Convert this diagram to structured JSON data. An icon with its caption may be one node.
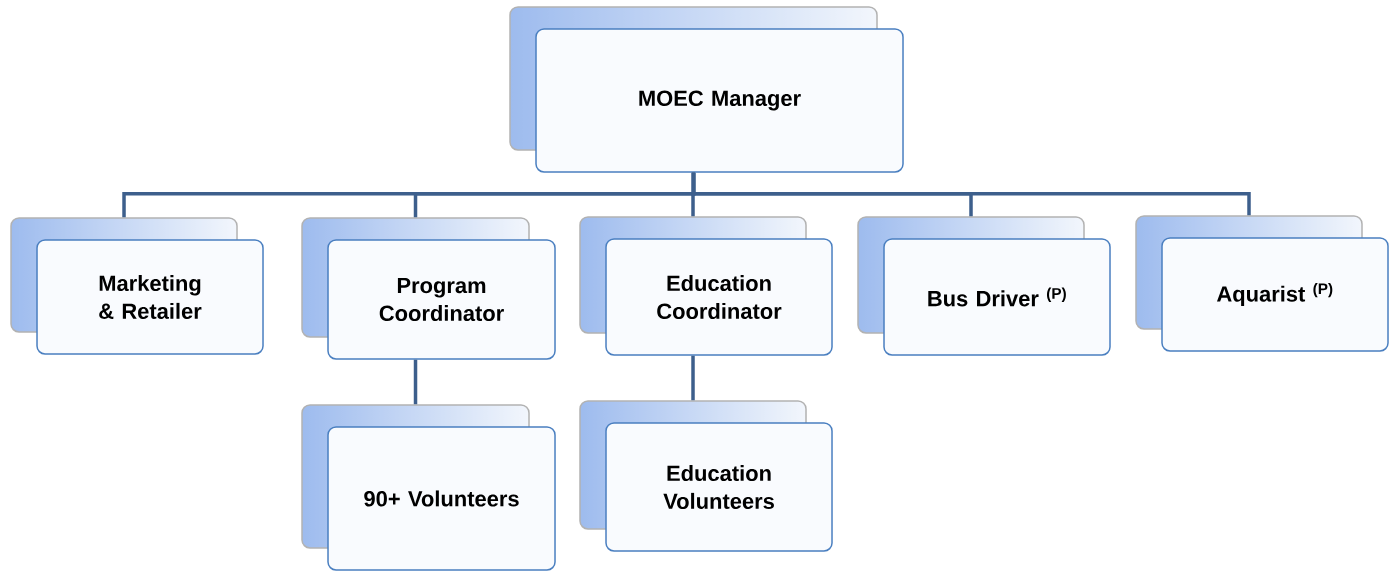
{
  "diagram": {
    "nodes": [
      {
        "text": [
          "MOEC Manager"
        ]
      },
      {
        "text": [
          "Marketing & Retailer"
        ]
      },
      {
        "text": [
          "Program Coordinator"
        ]
      },
      {
        "text": [
          "Education Coordinator"
        ]
      },
      {
        "text": [
          "Bus Driver $^{(P)}$"
        ]
      },
      {
        "text": [
          "Aquarist $^{(P)}$"
        ]
      },
      {
        "text": [
          "90+ Volunteers"
        ]
      },
      {
        "text": [
          "Education Volunteers"
        ]
      }
    ],
    "edges": [
      {
        "from": 0,
        "to": 1,
        "arrow": "none"
      },
      {
        "from": 0,
        "to": 2,
        "arrow": "none"
      },
      {
        "from": 0,
        "to": 3,
        "arrow": "none"
      },
      {
        "from": 0,
        "to": 4,
        "arrow": "none"
      },
      {
        "from": 0,
        "to": 5,
        "arrow": "none"
      },
      {
        "from": 2,
        "to": 6,
        "arrow": "none"
      },
      {
        "from": 3,
        "to": 7,
        "arrow": "none"
      }
    ]
  }
}
